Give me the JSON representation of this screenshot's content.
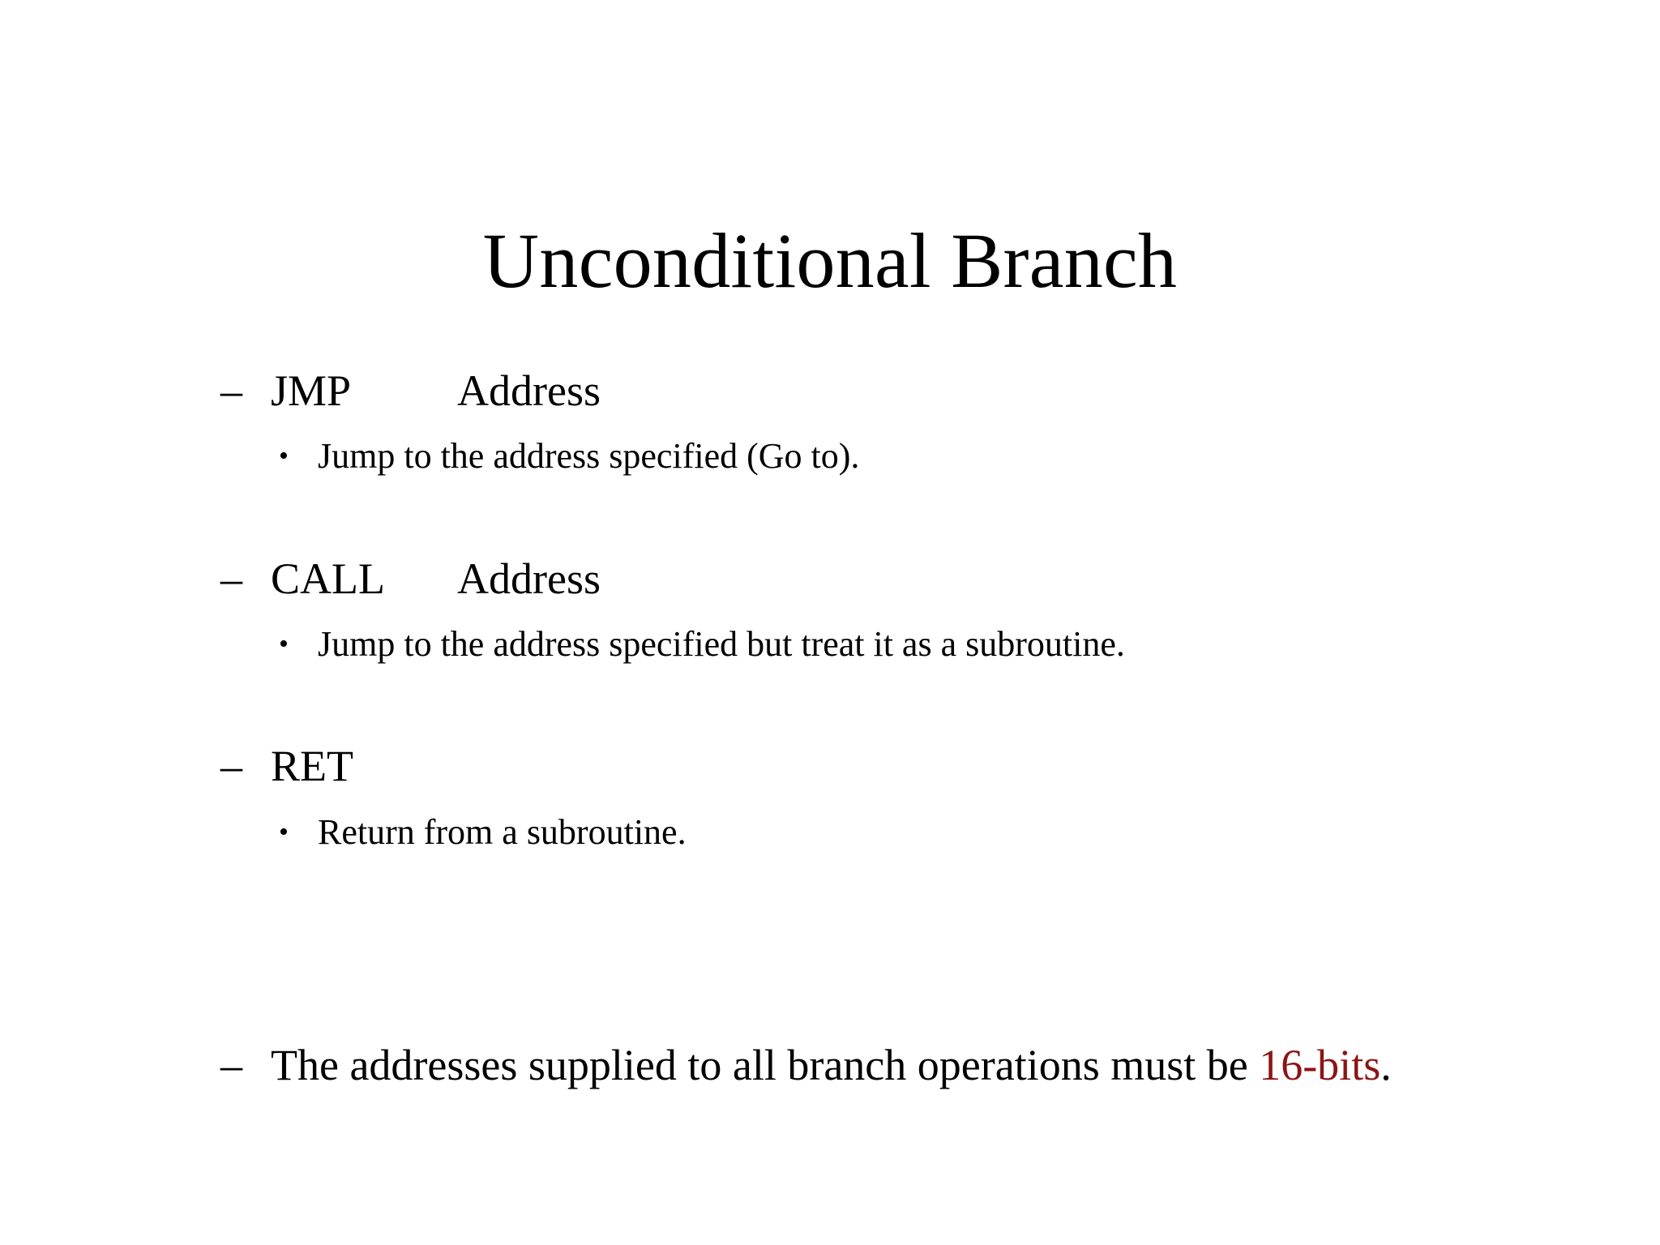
{
  "slide": {
    "title": "Unconditional Branch",
    "background_color": "#ffffff",
    "text_color": "#000000",
    "accent_color": "#8C1515",
    "dash_marker": "–",
    "bullet_marker": "•",
    "groups": [
      {
        "keyword": "JMP",
        "operand": "Address",
        "detail": "Jump to the address specified (Go to)."
      },
      {
        "keyword": "CALL",
        "operand": "Address",
        "detail": "Jump to the address specified but treat it as a subroutine."
      },
      {
        "keyword": "RET",
        "operand": "",
        "detail": "Return from a subroutine."
      }
    ],
    "closing": {
      "lead_text": "The addresses supplied to all branch operations must be ",
      "highlight_text": "16-bits",
      "trailing_text": "."
    }
  }
}
